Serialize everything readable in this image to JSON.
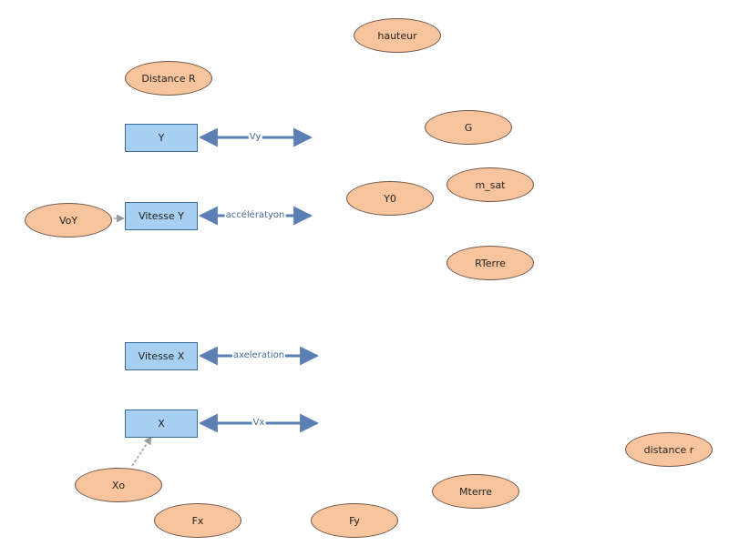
{
  "stocks": {
    "y": "Y",
    "vitesse_y": "Vitesse Y",
    "vitesse_x": "Vitesse X",
    "x": "X"
  },
  "flows": {
    "vy": "Vy",
    "acceleration_y": "accélératyon",
    "acceleration_x": "axeleration",
    "vx": "Vx"
  },
  "variables": {
    "hauteur": "hauteur",
    "distance_r_upper": "Distance R",
    "g": "G",
    "m_sat": "m_sat",
    "y0": "Y0",
    "voy": "VoY",
    "rterre": "RTerre",
    "distance_r_lower": "distance r",
    "xo": "Xo",
    "mterre": "Mterre",
    "fx": "Fx",
    "fy": "Fy"
  },
  "colors": {
    "stock_fill": "#a6cff2",
    "variable_fill": "#f7c49e",
    "flow_arrow": "#5b7fb5",
    "link_arrow": "#9a9a9a"
  }
}
